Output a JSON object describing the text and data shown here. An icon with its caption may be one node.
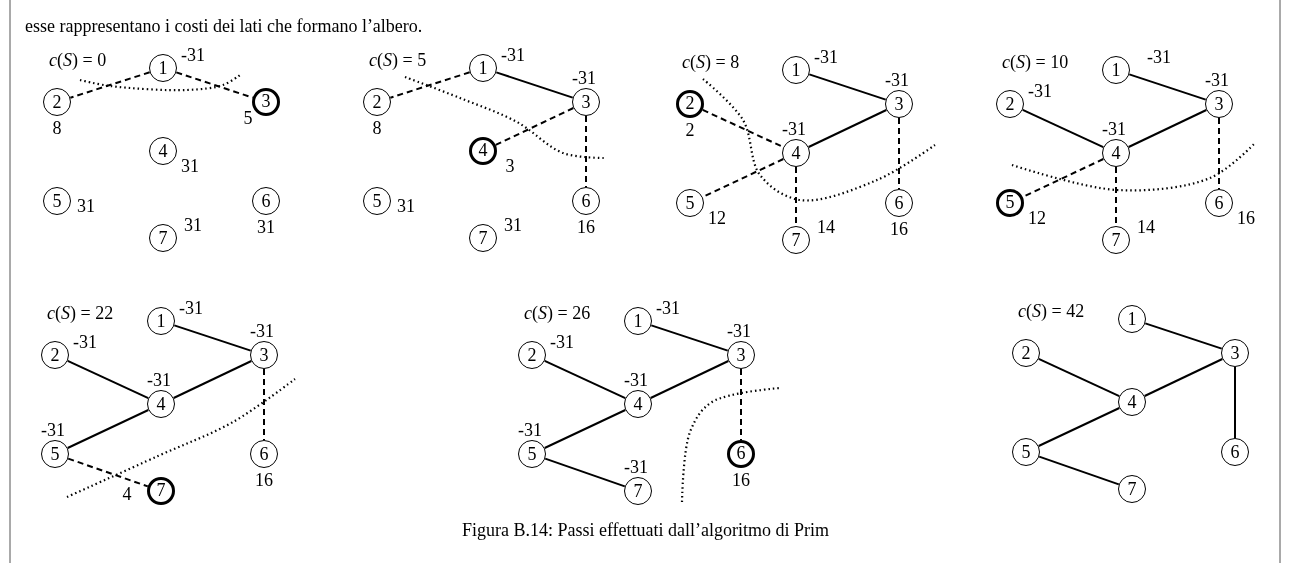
{
  "diagram": {
    "caption": "Figura B.14: Passi effettuati dall’algoritmo di Prim",
    "nodes": [
      {
        "text": [
          "1"
        ],
        "beside": [
          "-31"
        ]
      },
      {
        "text": [
          "2"
        ],
        "beside": [
          "8"
        ]
      },
      {
        "text": [
          "3"
        ],
        "beside": [
          "5"
        ]
      },
      {
        "text": [
          "4"
        ],
        "beside": [
          "31"
        ]
      },
      {
        "text": [
          "5"
        ],
        "beside": [
          "31"
        ]
      },
      {
        "text": [
          "6"
        ],
        "beside": [
          "31"
        ]
      },
      {
        "text": [
          "7"
        ],
        "beside": [
          "31"
        ]
      },
      {
        "text": [
          "1"
        ],
        "beside": [
          "-31"
        ]
      },
      {
        "text": [
          "2"
        ],
        "beside": [
          "8"
        ]
      },
      {
        "text": [
          "3"
        ],
        "beside": [
          "-31"
        ]
      },
      {
        "text": [
          "4"
        ],
        "beside": [
          "3"
        ]
      },
      {
        "text": [
          "5"
        ],
        "beside": [
          "31"
        ]
      },
      {
        "text": [
          "6"
        ],
        "beside": [
          "16"
        ]
      },
      {
        "text": [
          "7"
        ],
        "beside": [
          "31"
        ]
      },
      {
        "text": [
          "1"
        ],
        "beside": [
          "-31"
        ]
      },
      {
        "text": [
          "2"
        ],
        "beside": [
          "2"
        ]
      },
      {
        "text": [
          "3"
        ],
        "beside": [
          "-31"
        ]
      },
      {
        "text": [
          "4"
        ],
        "beside": [
          "-31"
        ]
      },
      {
        "text": [
          "5"
        ],
        "beside": [
          "12"
        ]
      },
      {
        "text": [
          "6"
        ],
        "beside": [
          "16"
        ]
      },
      {
        "text": [
          "7"
        ],
        "beside": [
          "14"
        ]
      },
      {
        "text": [
          "1"
        ],
        "beside": [
          "-31"
        ]
      },
      {
        "text": [
          "2"
        ],
        "beside": [
          "-31"
        ]
      },
      {
        "text": [
          "3"
        ],
        "beside": [
          "-31"
        ]
      },
      {
        "text": [
          "4"
        ],
        "beside": [
          "-31"
        ]
      },
      {
        "text": [
          "5"
        ],
        "beside": [
          "12"
        ]
      },
      {
        "text": [
          "6"
        ],
        "beside": [
          "16"
        ]
      },
      {
        "text": [
          "7"
        ],
        "beside": [
          "14"
        ]
      },
      {
        "text": [
          "1"
        ],
        "beside": [
          "-31"
        ]
      },
      {
        "text": [
          "2"
        ],
        "beside": [
          "-31"
        ]
      },
      {
        "text": [
          "3"
        ],
        "beside": [
          "-31"
        ]
      },
      {
        "text": [
          "4"
        ],
        "beside": [
          "-31"
        ]
      },
      {
        "text": [
          "5"
        ],
        "beside": [
          "-31"
        ]
      },
      {
        "text": [
          "6"
        ],
        "beside": [
          "16"
        ]
      },
      {
        "text": [
          "7"
        ],
        "beside": [
          "4"
        ]
      },
      {
        "text": [
          "1"
        ],
        "beside": [
          "-31"
        ]
      },
      {
        "text": [
          "2"
        ],
        "beside": [
          "-31"
        ]
      },
      {
        "text": [
          "3"
        ],
        "beside": [
          "-31"
        ]
      },
      {
        "text": [
          "4"
        ],
        "beside": [
          "-31"
        ]
      },
      {
        "text": [
          "5"
        ],
        "beside": [
          "-31"
        ]
      },
      {
        "text": [
          "6"
        ],
        "beside": [
          "16"
        ]
      },
      {
        "text": [
          "7"
        ],
        "beside": [
          "-31"
        ]
      },
      {
        "text": [
          "1"
        ]
      },
      {
        "text": [
          "2"
        ]
      },
      {
        "text": [
          "3"
        ]
      },
      {
        "text": [
          "4"
        ]
      },
      {
        "text": [
          "5"
        ]
      },
      {
        "text": [
          "6"
        ]
      },
      {
        "text": [
          "7"
        ]
      }
    ],
    "edges": [
      {
        "from": 0,
        "to": 1,
        "arrow": "none",
        "style": "dashed"
      },
      {
        "from": 0,
        "to": 2,
        "arrow": "none",
        "style": "dashed"
      },
      {
        "from": 7,
        "to": 8,
        "arrow": "none",
        "style": "dashed"
      },
      {
        "from": 7,
        "to": 9,
        "arrow": "none"
      },
      {
        "from": 9,
        "to": 10,
        "arrow": "none",
        "style": "dashed"
      },
      {
        "from": 9,
        "to": 12,
        "arrow": "none",
        "style": "dashed"
      },
      {
        "from": 14,
        "to": 16,
        "arrow": "none"
      },
      {
        "from": 15,
        "to": 17,
        "arrow": "none",
        "style": "dashed"
      },
      {
        "from": 16,
        "to": 17,
        "arrow": "none"
      },
      {
        "from": 16,
        "to": 19,
        "arrow": "none",
        "style": "dashed"
      },
      {
        "from": 17,
        "to": 18,
        "arrow": "none",
        "style": "dashed"
      },
      {
        "from": 17,
        "to": 20,
        "arrow": "none",
        "style": "dashed"
      },
      {
        "from": 21,
        "to": 23,
        "arrow": "none"
      },
      {
        "from": 22,
        "to": 24,
        "arrow": "none"
      },
      {
        "from": 23,
        "to": 24,
        "arrow": "none"
      },
      {
        "from": 23,
        "to": 26,
        "arrow": "none",
        "style": "dashed"
      },
      {
        "from": 24,
        "to": 25,
        "arrow": "none",
        "style": "dashed"
      },
      {
        "from": 24,
        "to": 27,
        "arrow": "none",
        "style": "dashed"
      },
      {
        "from": 28,
        "to": 30,
        "arrow": "none"
      },
      {
        "from": 29,
        "to": 31,
        "arrow": "none"
      },
      {
        "from": 30,
        "to": 31,
        "arrow": "none"
      },
      {
        "from": 30,
        "to": 33,
        "arrow": "none",
        "style": "dashed"
      },
      {
        "from": 31,
        "to": 32,
        "arrow": "none"
      },
      {
        "from": 32,
        "to": 34,
        "arrow": "none",
        "style": "dashed"
      },
      {
        "from": 35,
        "to": 37,
        "arrow": "none"
      },
      {
        "from": 36,
        "to": 38,
        "arrow": "none"
      },
      {
        "from": 37,
        "to": 38,
        "arrow": "none"
      },
      {
        "from": 37,
        "to": 40,
        "arrow": "none",
        "style": "dashed"
      },
      {
        "from": 38,
        "to": 39,
        "arrow": "none"
      },
      {
        "from": 39,
        "to": 41,
        "arrow": "none"
      },
      {
        "from": 42,
        "to": 44,
        "arrow": "none"
      },
      {
        "from": 43,
        "to": 45,
        "arrow": "none"
      },
      {
        "from": 44,
        "to": 45,
        "arrow": "none"
      },
      {
        "from": 44,
        "to": 47,
        "arrow": "none"
      },
      {
        "from": 45,
        "to": 46,
        "arrow": "none"
      },
      {
        "from": 46,
        "to": 48,
        "arrow": "none"
      }
    ],
    "labels": [
      "esse rappresentano i costi dei lati che formano l’albero.",
      "*c*(*S*) = 0",
      "*c*(*S*) = 5",
      "*c*(*S*) = 8",
      "*c*(*S*) = 10",
      "*c*(*S*) = 22",
      "*c*(*S*) = 26",
      "*c*(*S*) = 42"
    ]
  }
}
